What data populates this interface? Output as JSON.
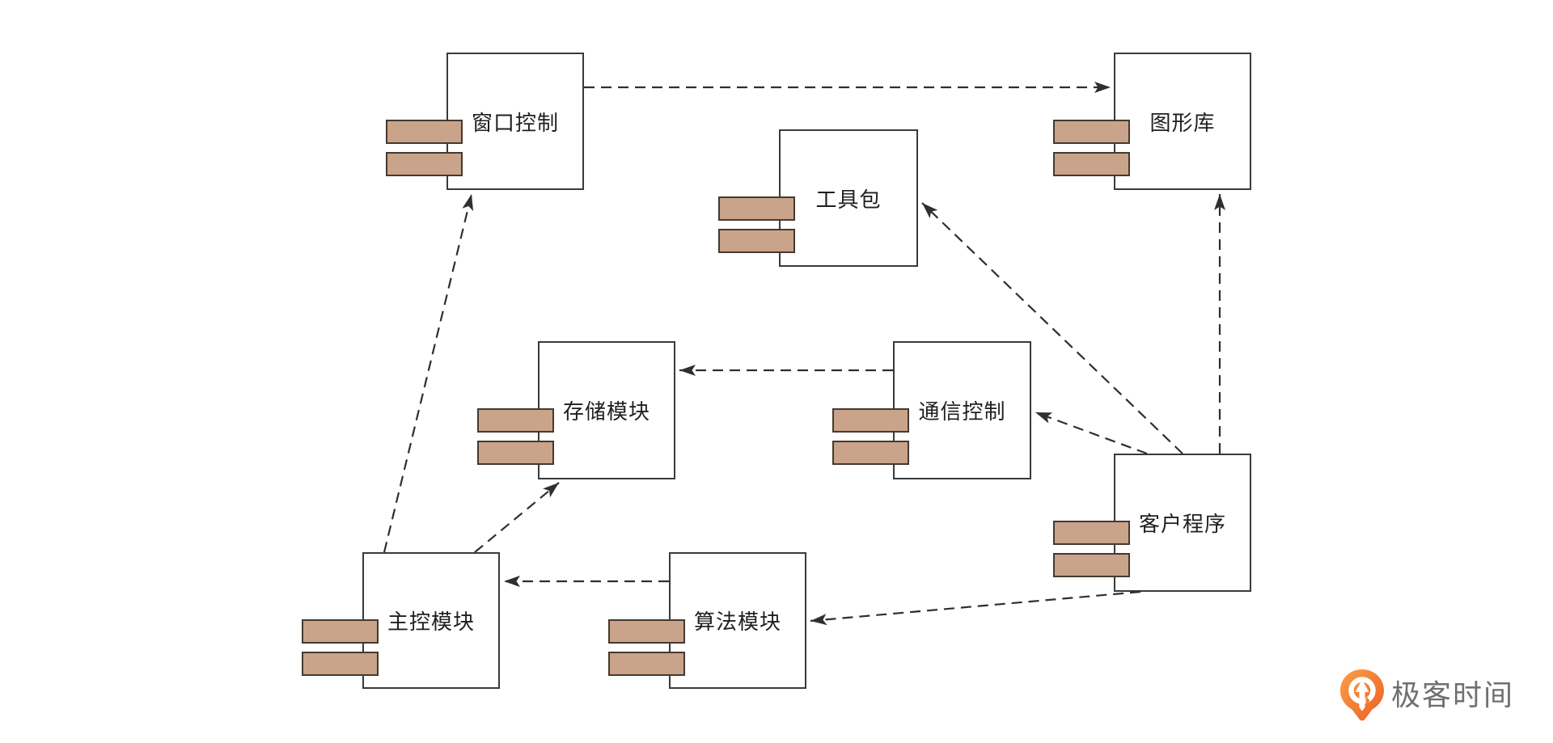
{
  "diagram": {
    "type": "uml-component-diagram",
    "components": [
      {
        "id": "window-control",
        "label": "窗口控制"
      },
      {
        "id": "graphics-library",
        "label": "图形库"
      },
      {
        "id": "toolkit",
        "label": "工具包"
      },
      {
        "id": "storage-module",
        "label": "存储模块"
      },
      {
        "id": "comm-control",
        "label": "通信控制"
      },
      {
        "id": "client-program",
        "label": "客户程序"
      },
      {
        "id": "main-control",
        "label": "主控模块"
      },
      {
        "id": "algorithm-module",
        "label": "算法模块"
      }
    ],
    "dependencies": [
      {
        "from": "窗口控制",
        "to": "图形库"
      },
      {
        "from": "通信控制",
        "to": "存储模块"
      },
      {
        "from": "算法模块",
        "to": "主控模块"
      },
      {
        "from": "主控模块",
        "to": "窗口控制"
      },
      {
        "from": "主控模块",
        "to": "存储模块"
      },
      {
        "from": "客户程序",
        "to": "工具包"
      },
      {
        "from": "客户程序",
        "to": "通信控制"
      },
      {
        "from": "客户程序",
        "to": "图形库"
      },
      {
        "from": "客户程序",
        "to": "算法模块"
      }
    ],
    "colors": {
      "background": "#ffffff",
      "line": "#2f2f2f",
      "box_border": "#3a3a3a",
      "box_fill": "#ffffff",
      "port_fill": "#c9a38a",
      "port_border": "#45392e",
      "label": "#1f1f1f",
      "logo_text": "#6f6f6f",
      "logo_orange_light": "#f9a04a",
      "logo_orange_dark": "#ec5f23"
    }
  },
  "branding": {
    "logo_text": "极客时间"
  }
}
